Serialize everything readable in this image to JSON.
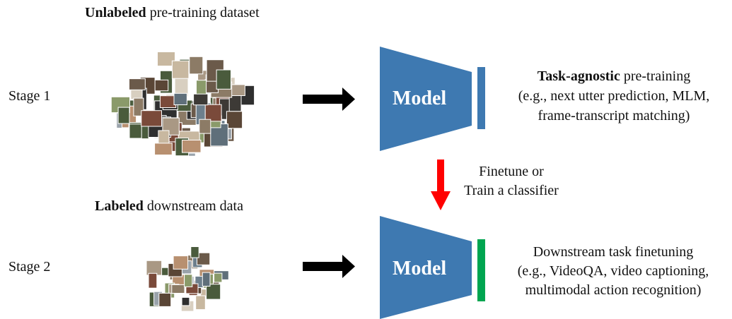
{
  "stage1": {
    "label": "Stage 1",
    "dataset_bold": "Unlabeled",
    "dataset_rest": " pre-training dataset",
    "model_label": "Model",
    "desc_bold": "Task-agnostic",
    "desc_rest": " pre-training",
    "desc_line2": "(e.g., next utter prediction, MLM,",
    "desc_line3": "frame-transcript matching)"
  },
  "transition": {
    "line1": "Finetune or",
    "line2": "Train a classifier"
  },
  "stage2": {
    "label": "Stage 2",
    "dataset_bold": "Labeled",
    "dataset_rest": " downstream data",
    "model_label": "Model",
    "desc_line1": "Downstream task finetuning",
    "desc_line2": "(e.g., VideoQA, video captioning,",
    "desc_line3": "multimodal action recognition)"
  },
  "colors": {
    "model_fill": "#3E79B1",
    "stage1_head": "#3E79B1",
    "stage2_head": "#00A550",
    "transition_arrow": "#FF0000",
    "flow_arrow": "#000000"
  }
}
